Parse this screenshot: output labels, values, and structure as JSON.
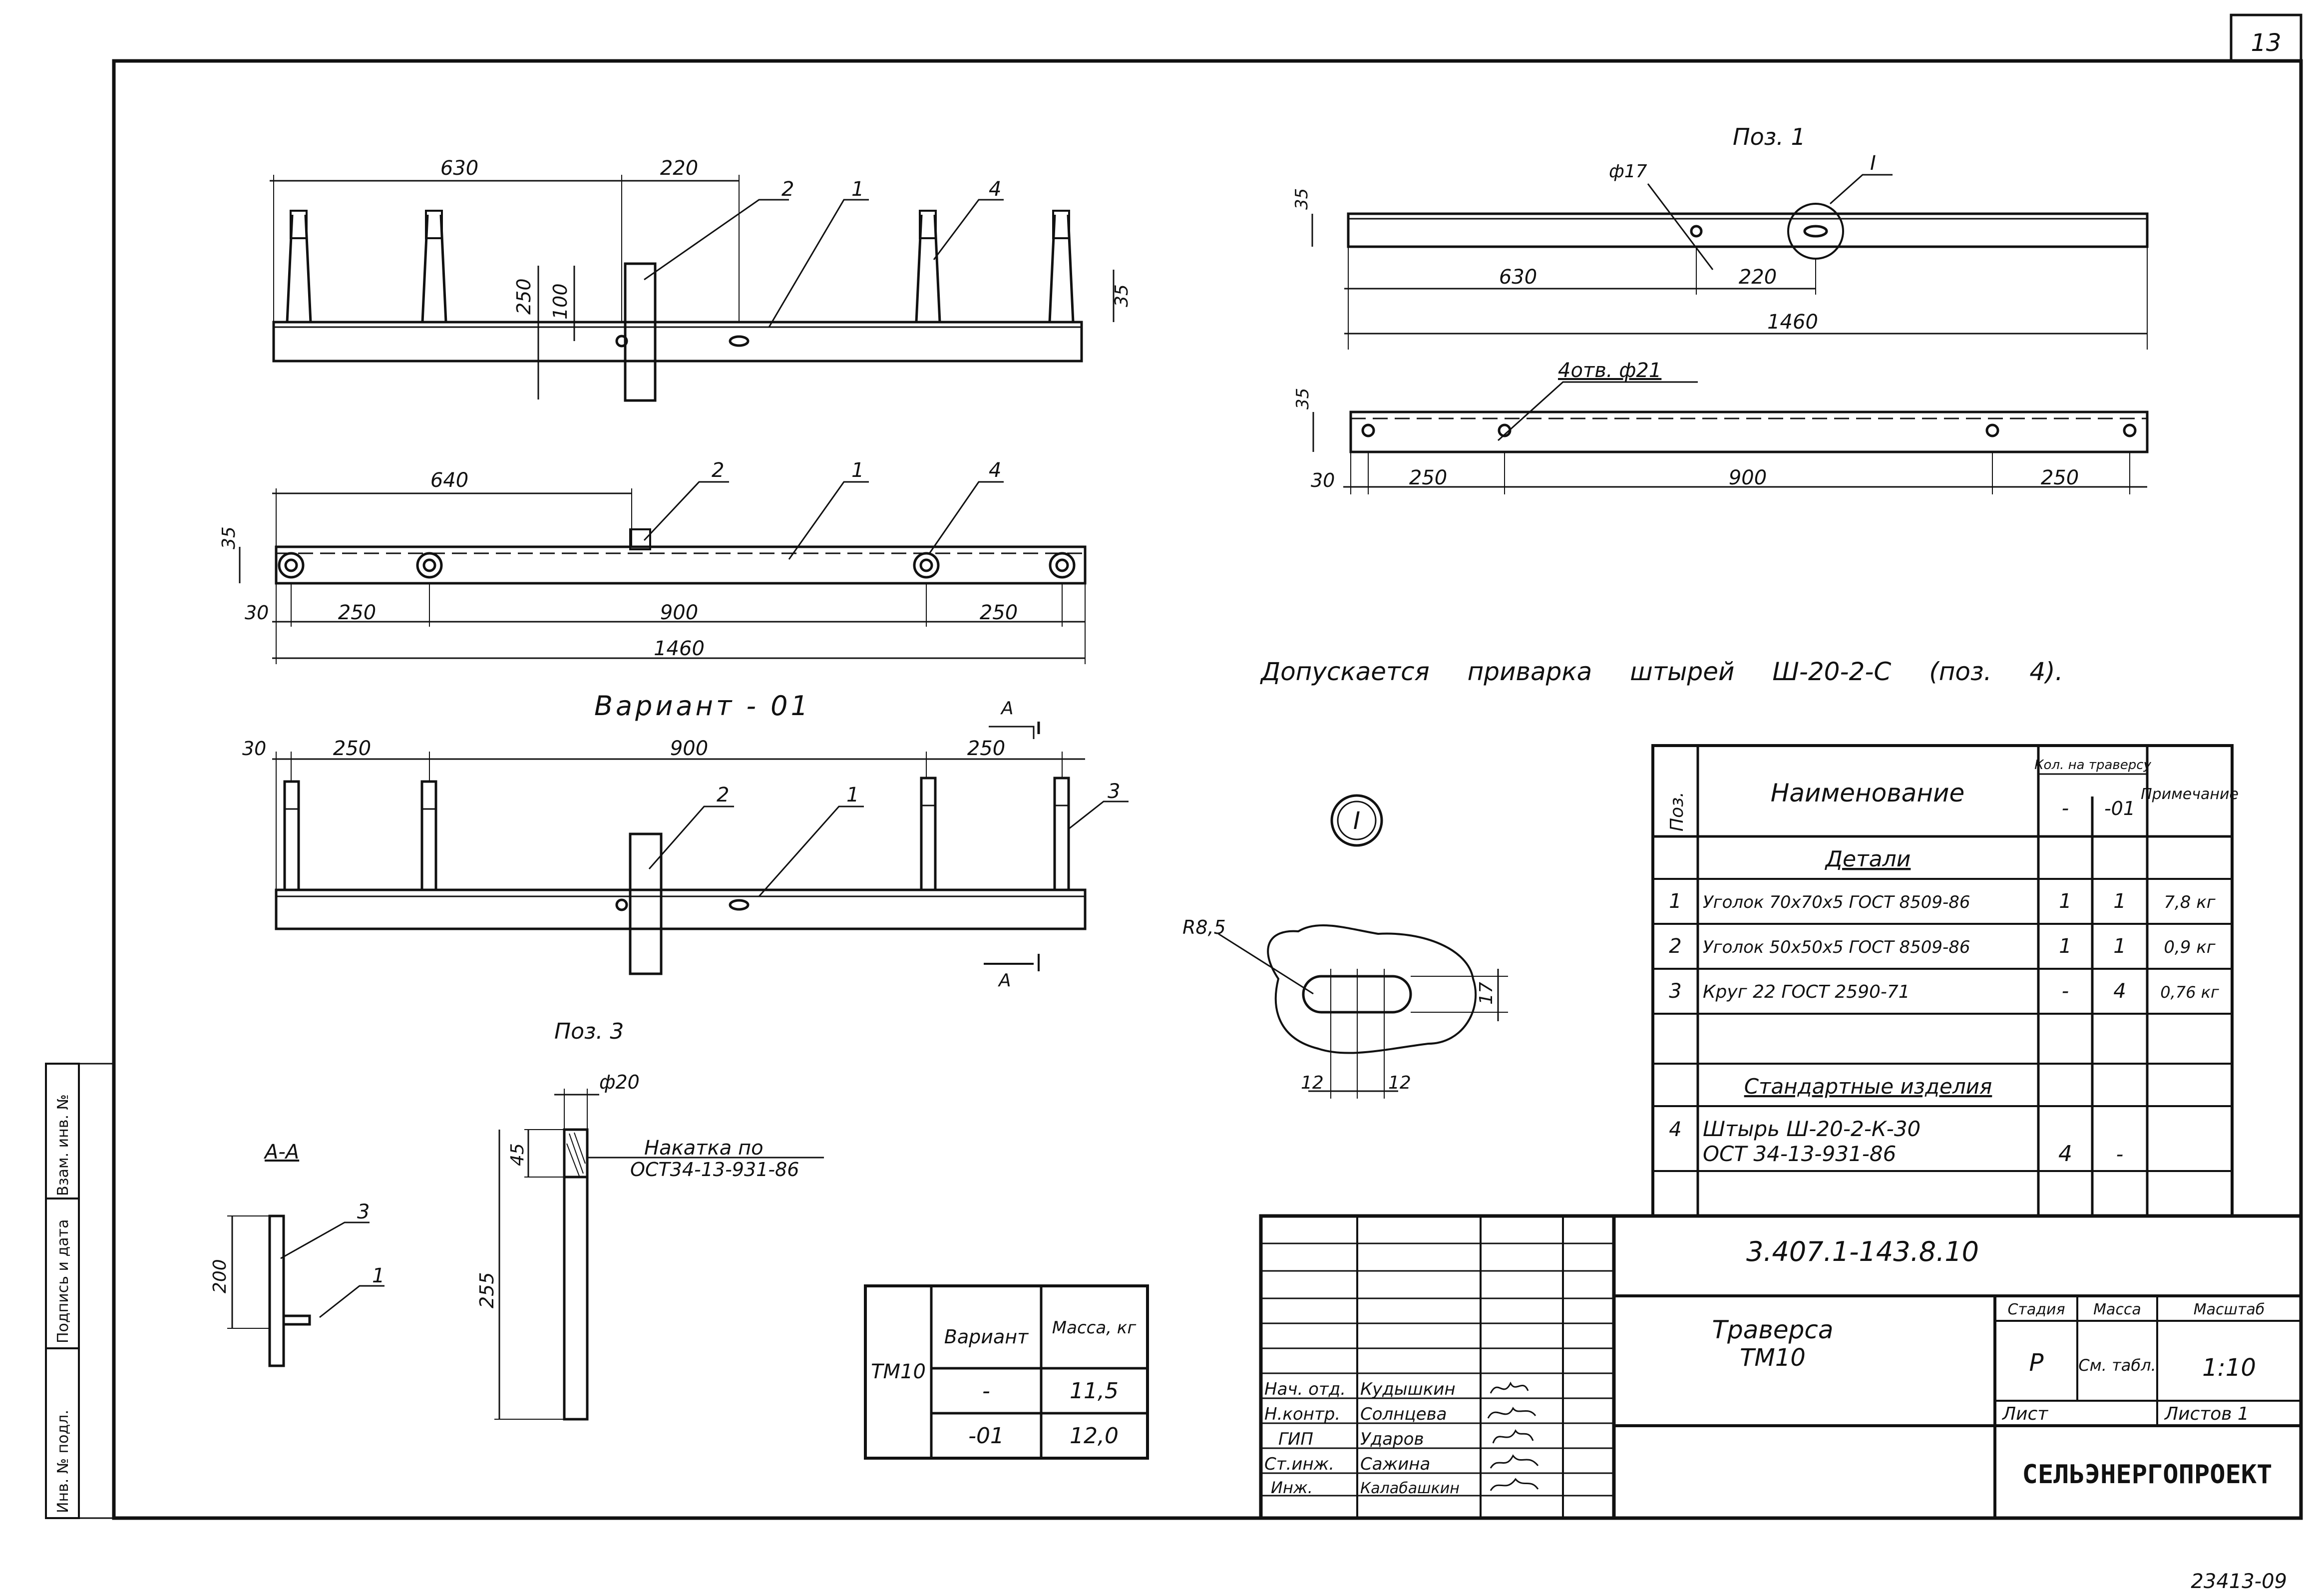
{
  "sheet_number": "13",
  "archive_code": "23413-09",
  "note": "Допускается приварка штырей Ш-20-2-С (поз. 4).",
  "view_top": {
    "dims": [
      "630",
      "220",
      "250",
      "100",
      "35"
    ],
    "leaders": [
      "2",
      "1",
      "4"
    ]
  },
  "view_plan": {
    "dims": [
      "640",
      "35",
      "30",
      "250",
      "900",
      "250",
      "1460"
    ],
    "leaders": [
      "2",
      "1",
      "4"
    ]
  },
  "variant": {
    "title": "Вариант - 01",
    "dims": [
      "30",
      "250",
      "900",
      "250"
    ],
    "leaders": [
      "2",
      "1",
      "3"
    ],
    "section_mark": "А"
  },
  "pos1": {
    "title": "Поз. 1",
    "callout": "I",
    "dims": [
      "35",
      "ф17",
      "630",
      "220",
      "1460"
    ],
    "holes_label": "4отв. ф21",
    "dims2": [
      "35",
      "30",
      "250",
      "900",
      "250"
    ]
  },
  "pos3": {
    "title": "Поз. 3",
    "dims": [
      "ф20",
      "45",
      "255"
    ],
    "knurl_label_1": "Накатка по",
    "knurl_label_2": "ОСТ34-13-931-86"
  },
  "section_aa": {
    "title": "А-А",
    "dims": [
      "200"
    ],
    "leaders": [
      "3",
      "1"
    ]
  },
  "detail": {
    "mark": "I",
    "dims": [
      "R8,5",
      "17",
      "12",
      "12"
    ]
  },
  "mass_table": {
    "row_label": "ТМ10",
    "headers": [
      "Вариант",
      "Масса, кг"
    ],
    "rows": [
      [
        "-",
        "11,5"
      ],
      [
        "-01",
        "12,0"
      ]
    ]
  },
  "spec_table": {
    "headers": {
      "pos": "Поз.",
      "name": "Наименование",
      "qty": "Кол. на траверсу",
      "qty_sub": [
        "-",
        "-01"
      ],
      "note": "Примечание"
    },
    "sections": [
      {
        "title": "Детали",
        "rows": [
          [
            "1",
            "Уголок 70х70х5 ГОСТ 8509-86",
            "1",
            "1",
            "7,8 кг"
          ],
          [
            "2",
            "Уголок 50х50х5 ГОСТ 8509-86",
            "1",
            "1",
            "0,9 кг"
          ],
          [
            "3",
            "Круг 22 ГОСТ 2590-71",
            "-",
            "4",
            "0,76 кг"
          ]
        ]
      },
      {
        "title": "Стандартные изделия",
        "rows": [
          [
            "4",
            "Штырь Ш-20-2-К-30",
            "",
            "",
            ""
          ],
          [
            "",
            "ОСТ 34-13-931-86",
            "4",
            "-",
            ""
          ]
        ]
      }
    ]
  },
  "title_block": {
    "doc_code": "3.407.1-143.8.10",
    "title": "Траверса",
    "title2": "ТМ10",
    "stage_label": "Стадия",
    "stage": "Р",
    "mass_label": "Масса",
    "mass": "См. табл.",
    "scale_label": "Масштаб",
    "scale": "1:10",
    "sheet_label": "Лист",
    "sheets_label": "Листов 1",
    "company": "СЕЛЬЭНЕРГОПРОЕКТ",
    "signers": [
      [
        "Нач. отд.",
        "Кудышкин"
      ],
      [
        "Н.контр.",
        "Солнцева"
      ],
      [
        "ГИП",
        "Ударов"
      ],
      [
        "Ст.инж.",
        "Сажина"
      ],
      [
        "Инж.",
        "Калабашкин"
      ]
    ]
  },
  "margin_labels": [
    "Взам. инв. №",
    "Подпись и дата",
    "Инв. № подл."
  ]
}
